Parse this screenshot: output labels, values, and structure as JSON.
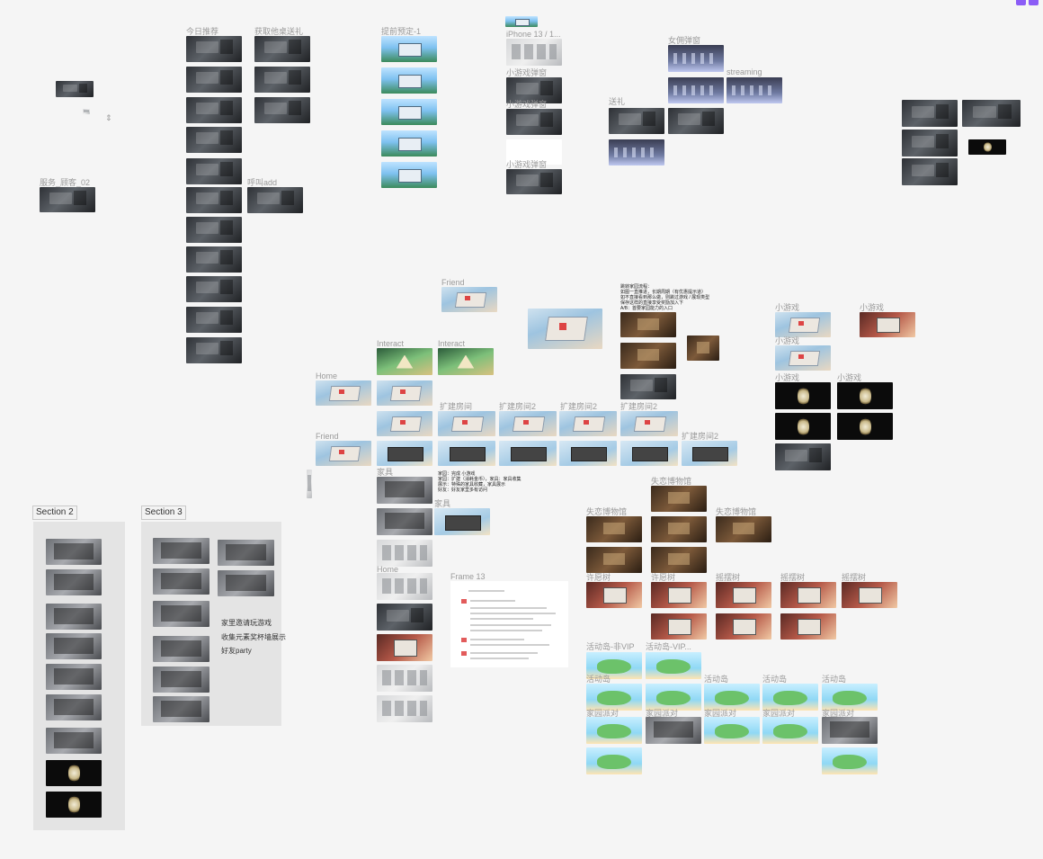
{
  "labels": {
    "fuwu_lixiang": "服务_顾客_02",
    "jinri_tuijian": "今日推荐",
    "huode_zhuoxian": "获取他桌送礼",
    "huhan_add": "呼叫add",
    "tijiao_yuding": "提前预定-1",
    "iphone": "iPhone 13 / 1...",
    "xiaoyouxi_1": "小游戏弹窗",
    "xiaoyouxi_2": "小游戏弹窗",
    "xiaoyouxi_3": "小游戏弹窗",
    "nvyong": "女佣弹窗",
    "streaming": "streaming",
    "songli": "送礼",
    "friend_top": "Friend",
    "interact_1": "Interact",
    "interact_2": "Interact",
    "home": "Home",
    "friend_mid": "Friend",
    "kuojian_1": "扩建房间",
    "kuojian_2": "扩建房间2",
    "kuojian_3": "扩建房间2",
    "kuojian_4": "扩建房间2",
    "kuojian_5": "扩建房间2",
    "jiaju": "家具",
    "jiaju_2": "家具",
    "home_2": "Home",
    "frame13": "Frame 13",
    "shiluo_1": "失恋博物馆",
    "shiluo_2": "失恋博物馆",
    "shiluo_3": "失恋博物馆",
    "xuyuan_1": "许愿树",
    "xuyuan_2": "许愿树",
    "xuyuan_3": "摇摆树",
    "xuyuan_4": "摇摆树",
    "xuyuan_5": "摇摆树",
    "huodong_nonvip": "活动岛-非VIP",
    "huodong_vip": "活动岛-VIP...",
    "huodong_1": "活动岛",
    "huodong_2": "活动岛",
    "huodong_3": "活动岛",
    "huodong_4": "活动岛",
    "jiayuan_1": "家园派对",
    "jiayuan_2": "家园派对",
    "jiayuan_3": "家园派对",
    "jiayuan_4": "家园派对",
    "jiayuan_5": "家园派对",
    "xiaoyouxi_a": "小游戏",
    "xiaoyouxi_b": "小游戏",
    "xiaoyouxi_c": "小游戏",
    "xiaoyouxi_d": "小游戏",
    "xiaoyouxi_e": "小游戏"
  },
  "section2": {
    "title": "Section 2"
  },
  "section3": {
    "title": "Section 3",
    "lines": [
      "家里邀请玩游戏",
      "收集元素奖杯墙展示",
      "好友party"
    ]
  },
  "notes": {
    "note_a": "跳转家园流程：",
    "note_b": "如图一直推进，长期周期（有优惠提示道）",
    "note_c": "如不直接看到那么做，则跳过游戏 / 展现类型",
    "note_d": "保存这样的直接享受奖励加入下",
    "note_e": "A/B：首要家园能力的入口",
    "frame_a": "家园：完成 小游戏",
    "frame_b": "家园：扩建（消耗金币），家具：家具收集",
    "frame_c": "展示：特殊的家具收藏，家具展示",
    "frame_d": "好友：好友家里多有访问"
  },
  "colors": {
    "accent": "#8b5cf6",
    "canvas": "#f5f5f5",
    "section_bg": "#e4e4e4"
  }
}
